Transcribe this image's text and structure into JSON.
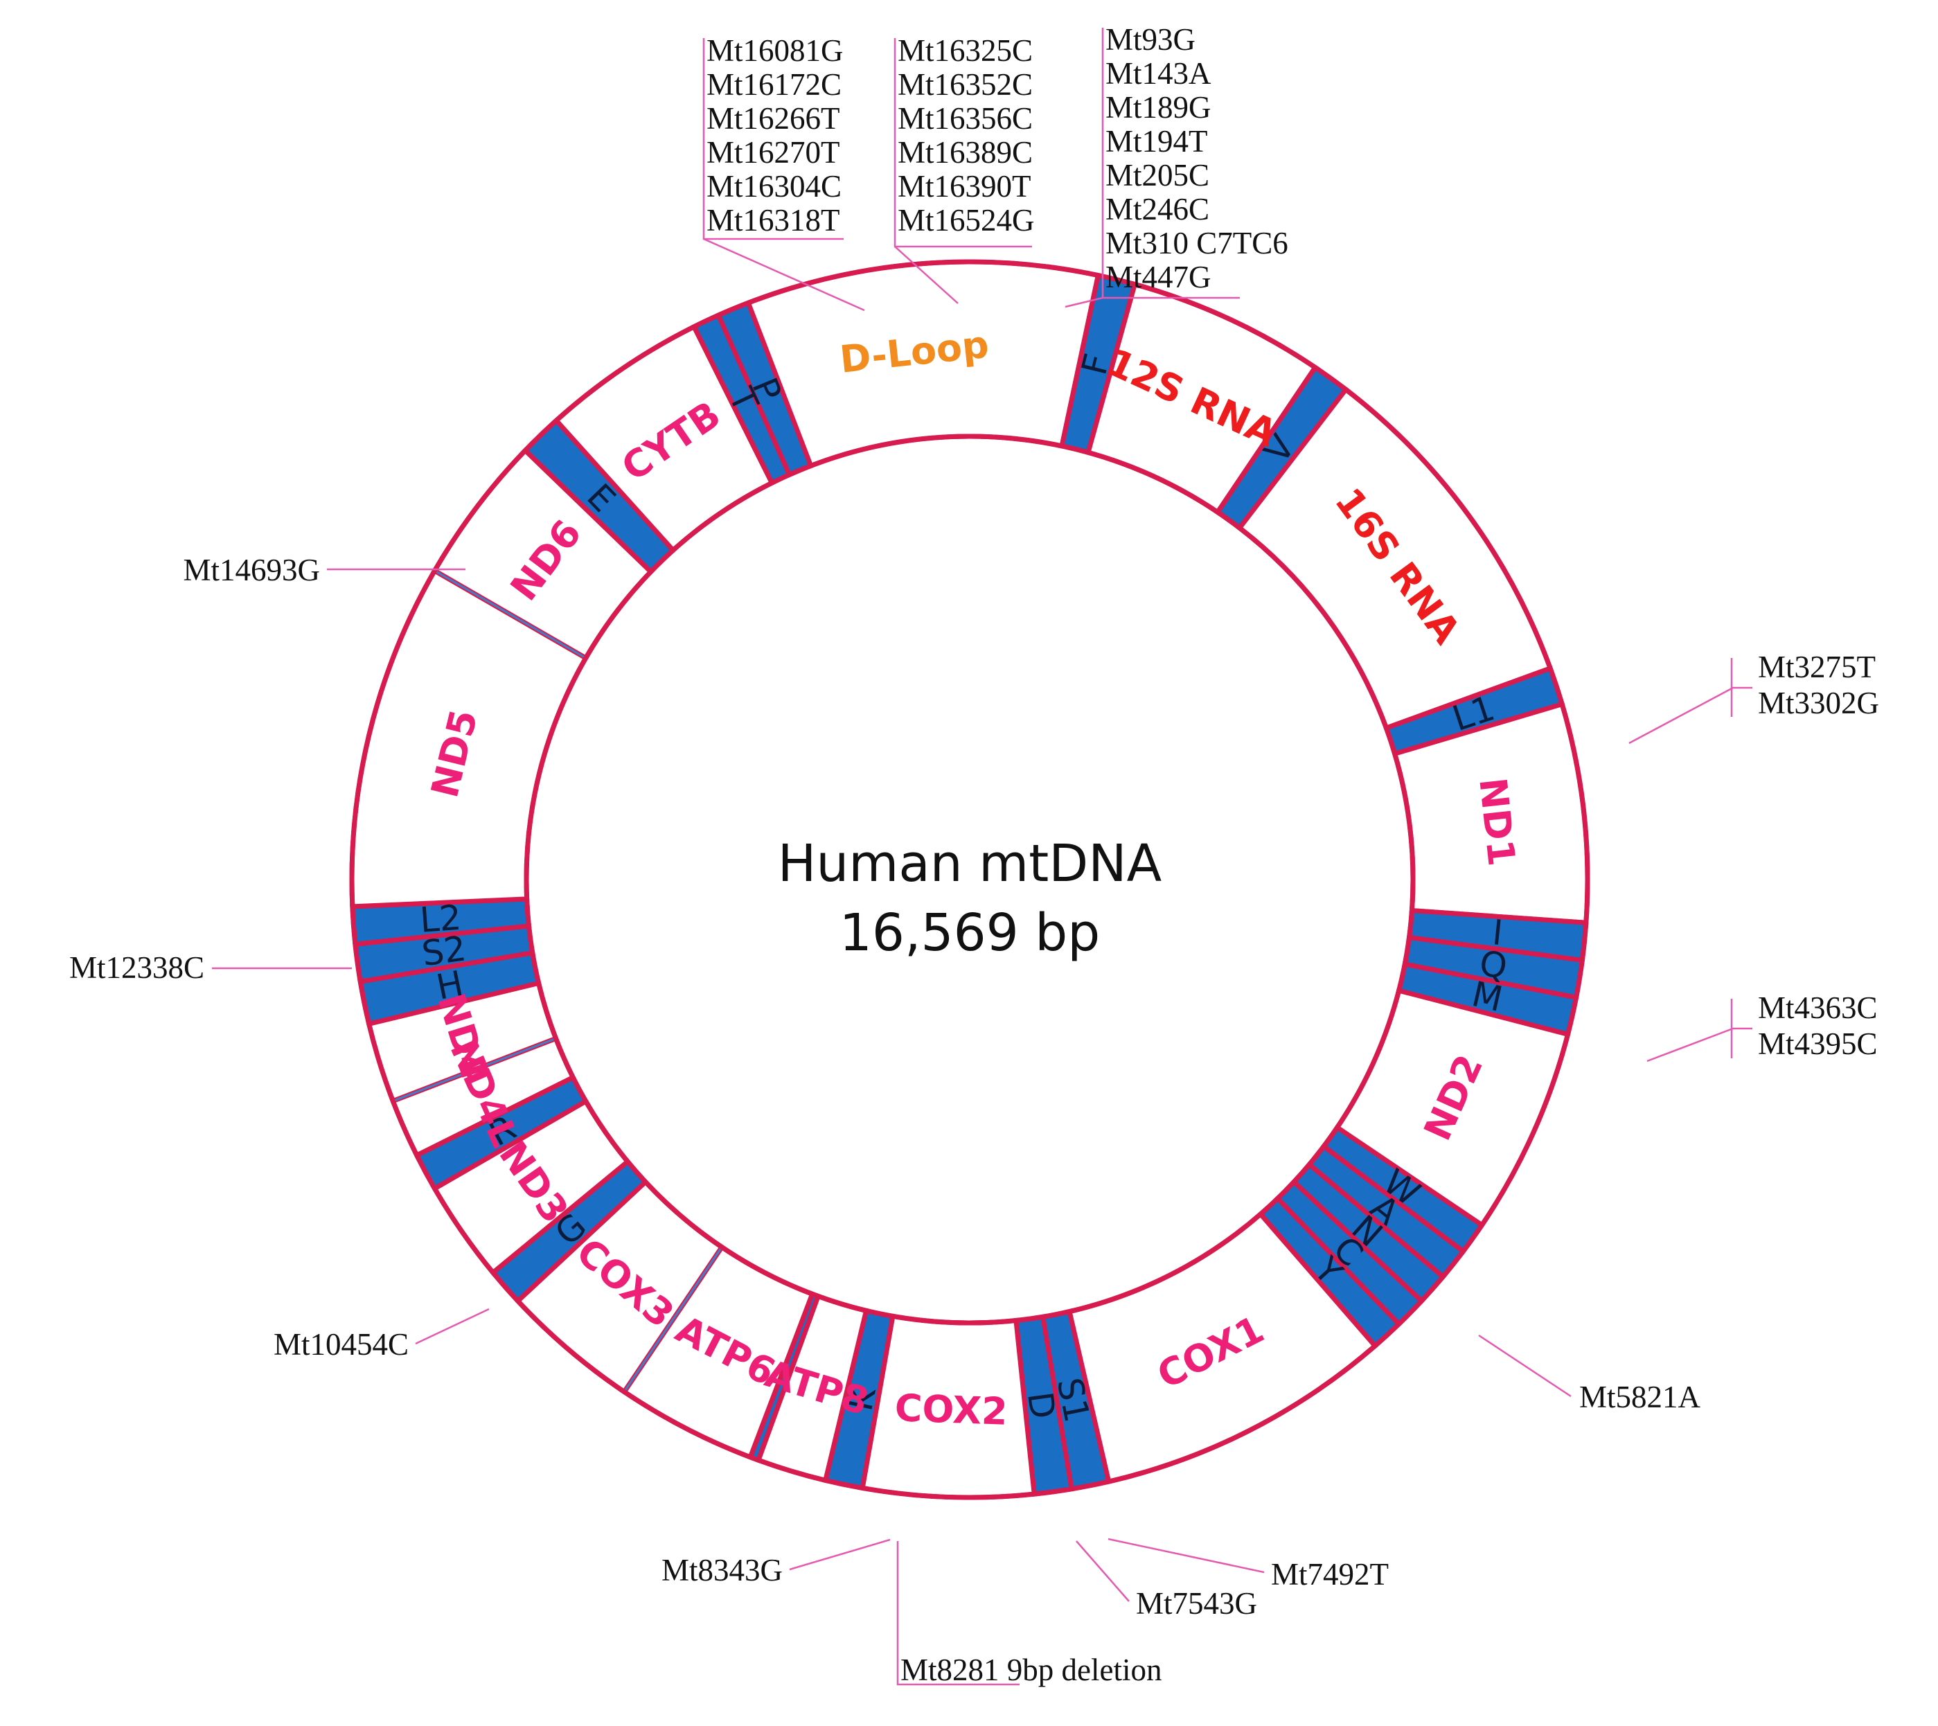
{
  "title": "Human mtDNA",
  "subtitle": "16,569 bp",
  "colors": {
    "ring": "#d81b4f",
    "trna": "#1a6fc4",
    "trna_text": "#0d1b3a",
    "gene_text": "#ee1f77",
    "rna_text": "#ee1c1c",
    "dloop_text": "#f28c1e",
    "leader": "#e55ab0",
    "divider": "#3f7fc8"
  },
  "regions": [
    {
      "name": "D-Loop",
      "kind": "control"
    },
    {
      "name": "12S RNA",
      "kind": "rrna"
    },
    {
      "name": "16S RNA",
      "kind": "rrna"
    },
    {
      "name": "ND1",
      "kind": "gene"
    },
    {
      "name": "ND2",
      "kind": "gene"
    },
    {
      "name": "COX1",
      "kind": "gene"
    },
    {
      "name": "COX2",
      "kind": "gene"
    },
    {
      "name": "ATP8",
      "kind": "gene"
    },
    {
      "name": "ATP6",
      "kind": "gene"
    },
    {
      "name": "COX3",
      "kind": "gene"
    },
    {
      "name": "ND3",
      "kind": "gene"
    },
    {
      "name": "ND4L",
      "kind": "gene"
    },
    {
      "name": "ND4",
      "kind": "gene"
    },
    {
      "name": "ND5",
      "kind": "gene"
    },
    {
      "name": "ND6",
      "kind": "gene"
    },
    {
      "name": "CYTB",
      "kind": "gene"
    }
  ],
  "trnas": [
    "F",
    "V",
    "L1",
    "I",
    "Q",
    "M",
    "W",
    "A",
    "N",
    "C",
    "Y",
    "S1",
    "D",
    "K",
    "G",
    "R",
    "H",
    "S2",
    "L2",
    "E",
    "T",
    "P"
  ],
  "variant_groups": [
    {
      "id": "dloop-left",
      "items": [
        "Mt16081G",
        "Mt16172C",
        "Mt16266T",
        "Mt16270T",
        "Mt16304C",
        "Mt16318T"
      ]
    },
    {
      "id": "dloop-mid",
      "items": [
        "Mt16325C",
        "Mt16352C",
        "Mt16356C",
        "Mt16389C",
        "Mt16390T",
        "Mt16524G"
      ]
    },
    {
      "id": "dloop-right",
      "items": [
        "Mt93G",
        "Mt143A",
        "Mt189G",
        "Mt194T",
        "Mt205C",
        "Mt246C",
        "Mt310 C7TC6",
        "Mt447G"
      ]
    },
    {
      "id": "16s",
      "items": [
        "Mt3275T",
        "Mt3302G"
      ]
    },
    {
      "id": "iqm",
      "items": [
        "Mt4363C",
        "Mt4395C"
      ]
    },
    {
      "id": "wancy",
      "items": [
        "Mt5821A"
      ]
    },
    {
      "id": "s1",
      "items": [
        "Mt7492T"
      ]
    },
    {
      "id": "d",
      "items": [
        "Mt7543G"
      ]
    },
    {
      "id": "k-del",
      "items": [
        "Mt8281 9bp deletion"
      ]
    },
    {
      "id": "k",
      "items": [
        "Mt8343G"
      ]
    },
    {
      "id": "r",
      "items": [
        "Mt10454C"
      ]
    },
    {
      "id": "nd5",
      "items": [
        "Mt12338C"
      ]
    },
    {
      "id": "e",
      "items": [
        "Mt14693G"
      ]
    }
  ]
}
